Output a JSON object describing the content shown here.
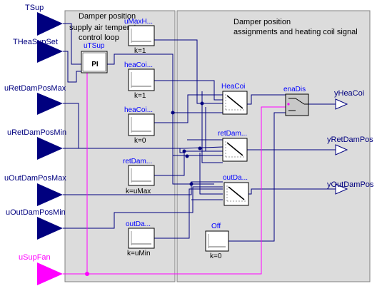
{
  "inputs": {
    "tsup": "TSup",
    "theasupset": "THeaSupSet",
    "uretdamposmax": "uRetDamPosMax",
    "uretdamposmin": "uRetDamPosMin",
    "uoutdamposmax": "uOutDamPosMax",
    "uoutdamposmin": "uOutDamPosMin",
    "usupfan": "uSupFan"
  },
  "outputs": {
    "yheacoi": "yHeaCoi",
    "yretdampos": "yRetDamPos",
    "youtdampos": "yOutDamPos"
  },
  "annotations": {
    "left_line1": "Damper position",
    "left_line2": "supply air temperature",
    "left_line3": "control loop",
    "right_line1": "Damper position",
    "right_line2": "assignments and heating coil signal"
  },
  "blocks": {
    "utsup": {
      "name": "uTSup",
      "symbol": "PI"
    },
    "umaxhea": {
      "name": "uMaxH...",
      "param": "k=1"
    },
    "heacoi1": {
      "name": "heaCoi...",
      "param": "k=1"
    },
    "heacoi2": {
      "name": "heaCoi...",
      "param": "k=0"
    },
    "retdamconst": {
      "name": "retDam...",
      "param": "k=uMax"
    },
    "outdamconst": {
      "name": "outDa...",
      "param": "k=uMin"
    },
    "heacoi_line": {
      "name": "HeaCoi"
    },
    "retdam_line": {
      "name": "retDam..."
    },
    "outdam_line": {
      "name": "outDa..."
    },
    "enadis": {
      "name": "enaDis"
    },
    "off": {
      "name": "Off",
      "param": "k=0"
    }
  },
  "colors": {
    "input_real": "#00007f",
    "input_bool": "#ff00ff",
    "wire": "#00007f",
    "bool_wire": "#ff00ff",
    "label_blue": "#0000ff",
    "panel": "#dcdcdc"
  }
}
